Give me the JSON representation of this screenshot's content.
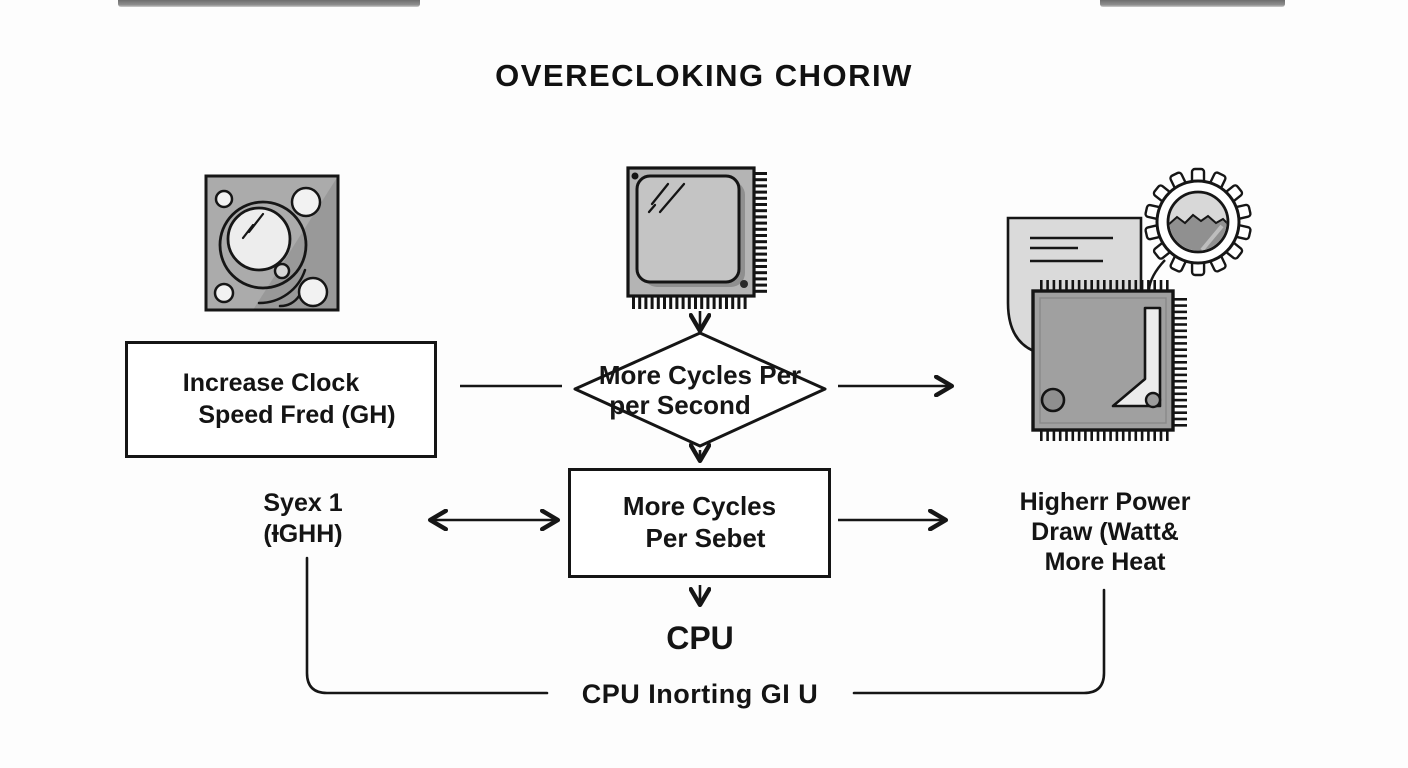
{
  "title": "OVERECLOKING CHORIW",
  "left_box": {
    "line1": "Increase Clock",
    "line2": "Speed Fred (GH)"
  },
  "diamond": {
    "line1": "More Cycles Per",
    "line2": "per Second"
  },
  "center_box": {
    "line1": "More Cycles",
    "line2": "Per Sebet"
  },
  "left_label": {
    "line1": "Syex 1",
    "line2": "(ƗGHH)"
  },
  "right_label": {
    "line1": "Higherr Power",
    "line2": "Draw (Watt&",
    "line3": "More Heat"
  },
  "cpu_label": "CPU",
  "bottom_label": "CPU Inorting GI U",
  "icons": {
    "fan": "fan-icon",
    "cpu_chip": "cpu-chip-icon",
    "document": "document-icon",
    "gear": "gear-icon",
    "processor": "processor-chip-icon"
  },
  "colors": {
    "ink": "#161616",
    "background": "#fdfdfd",
    "fan_fill": "#ababab",
    "chip_fill": "#c4c4c4",
    "paper_fill": "#dadada",
    "processor_fill": "#a0a0a0",
    "mountain_fill": "#909090"
  }
}
